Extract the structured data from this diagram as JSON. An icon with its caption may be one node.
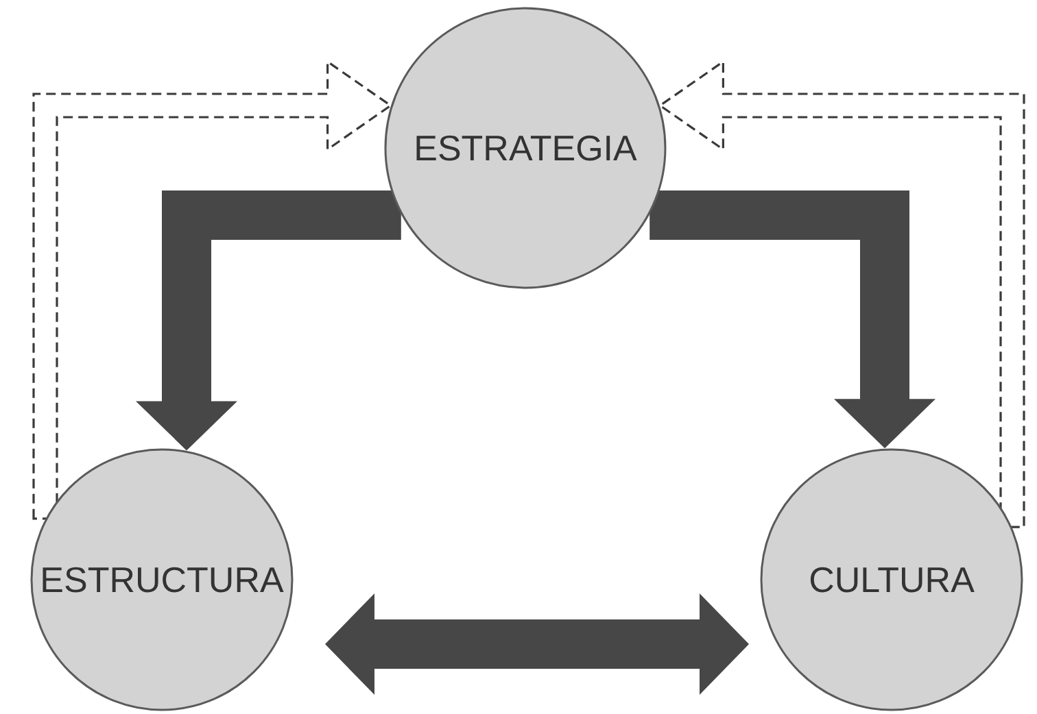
{
  "diagram": {
    "nodes": [
      {
        "text": [
          "ESTRATEGIA"
        ]
      },
      {
        "text": [
          "ESTRUCTURA"
        ]
      },
      {
        "text": [
          "CULTURA"
        ]
      }
    ],
    "edges": [
      {
        "from": 0,
        "to": 1,
        "arrow": "to",
        "style": "thick"
      },
      {
        "from": 0,
        "to": 2,
        "arrow": "to",
        "style": "thick"
      },
      {
        "from": 1,
        "to": 2,
        "arrow": "both",
        "style": "thick"
      },
      {
        "from": 1,
        "to": 0,
        "arrow": "to",
        "style": "dashed"
      },
      {
        "from": 2,
        "to": 0,
        "arrow": "to",
        "style": "dashed"
      }
    ]
  }
}
